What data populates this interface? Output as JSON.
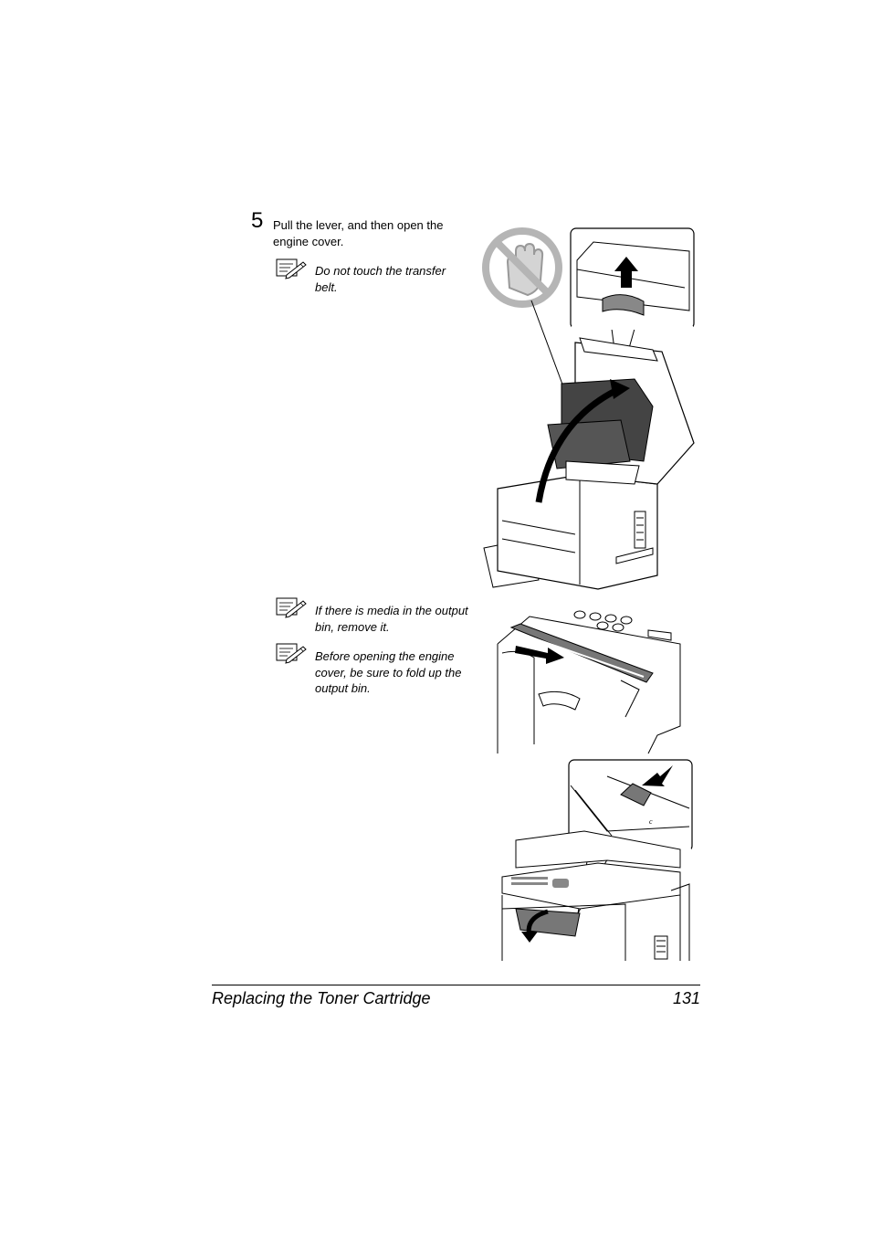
{
  "step": {
    "number": "5",
    "instruction": "Pull the lever, and then open the engine cover."
  },
  "notes": [
    "Do not touch the transfer belt.",
    "If there is media in the output bin, remove it.",
    "Before opening the engine cover, be sure to fold up the output bin."
  ],
  "icons": {
    "note": "note-pencil-icon",
    "prohibited": "no-touch-hand-icon"
  },
  "footer": {
    "section_title": "Replacing the Toner Cartridge",
    "page_number": "131"
  }
}
